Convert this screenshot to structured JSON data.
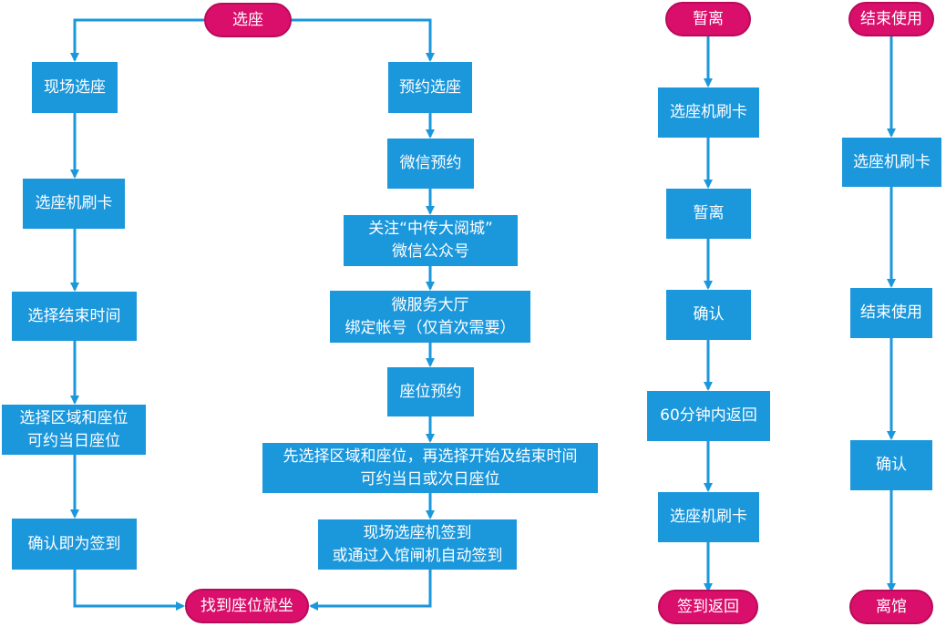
{
  "colors": {
    "box": "#1b97dc",
    "terminal": "#d90f6b",
    "arrow": "#1b97dc"
  },
  "terminals": {
    "select_seat": "选座",
    "found_seat": "找到座位就坐",
    "away": "暂离",
    "signin_return": "签到返回",
    "end_use": "结束使用",
    "leave": "离馆"
  },
  "onsite": {
    "title": "现场选座",
    "swipe_card": "选座机刷卡",
    "select_end_time": "选择结束时间",
    "select_area": [
      "选择区域和座位",
      "可约当日座位"
    ],
    "confirm_signin": "确认即为签到"
  },
  "reserve": {
    "title": "预约选座",
    "wechat": "微信预约",
    "follow": [
      "关注“中传大阅城”",
      "微信公众号"
    ],
    "bind": [
      "微服务大厅",
      "绑定帐号（仅首次需要）"
    ],
    "seat_reserve": "座位预约",
    "select_area_time": [
      "先选择区域和座位，再选择开始及结束时间",
      "可约当日或次日座位"
    ],
    "signin": [
      "现场选座机签到",
      "或通过入馆闸机自动签到"
    ]
  },
  "away_flow": {
    "swipe_card": "选座机刷卡",
    "away": "暂离",
    "confirm": "确认",
    "return_60": "60分钟内返回",
    "swipe_card_2": "选座机刷卡"
  },
  "end_flow": {
    "swipe_card": "选座机刷卡",
    "end_use": "结束使用",
    "confirm": "确认"
  }
}
